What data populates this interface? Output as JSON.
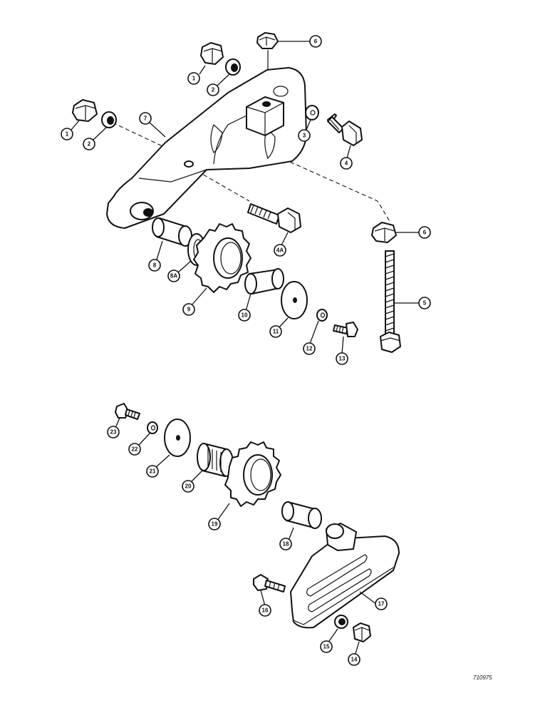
{
  "diagram": {
    "reference_code": "710975",
    "callouts": {
      "c1a": "1",
      "c2a": "2",
      "c6": "6",
      "c7": "7",
      "c1b": "1",
      "c2b": "2",
      "c3": "3",
      "c4": "4",
      "c8": "8",
      "c8a": "8A",
      "c9": "9",
      "c4a": "4A",
      "c6b": "6",
      "c5": "5",
      "c10": "10",
      "c11": "11",
      "c12": "12",
      "c13": "13",
      "c23": "23",
      "c22": "22",
      "c21": "21",
      "c20": "20",
      "c19": "19",
      "c18": "18",
      "c17": "17",
      "c16": "16",
      "c15": "15",
      "c14": "14"
    }
  }
}
